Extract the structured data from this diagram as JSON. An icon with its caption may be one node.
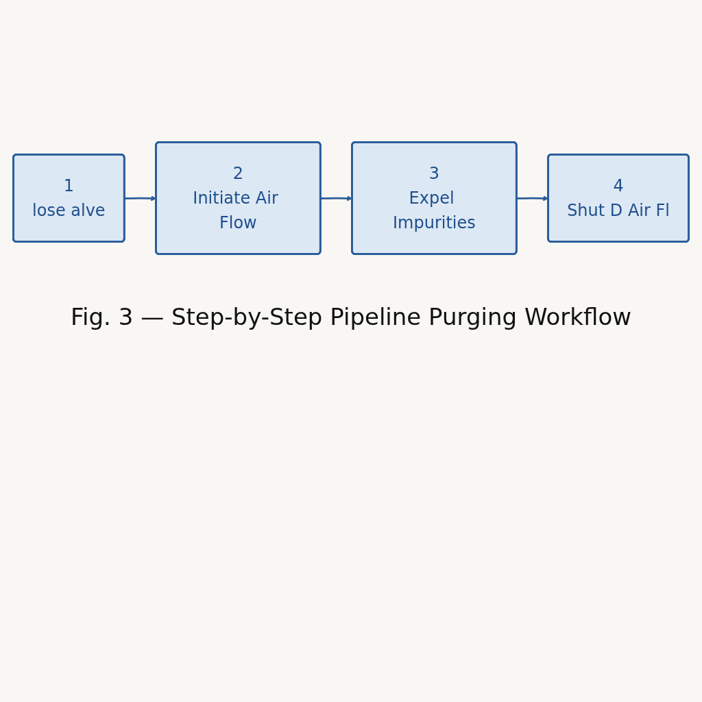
{
  "diagram": {
    "caption": "Fig. 3 — Step-by-Step Pipeline Purging Workflow",
    "nodes": [
      {
        "text": [
          "1",
          "lose alve"
        ]
      },
      {
        "text": [
          "2",
          "Initiate Air Flow"
        ]
      },
      {
        "text": [
          "3",
          "Expel Impurities"
        ]
      },
      {
        "text": [
          "4",
          "Shut D Air Fl"
        ]
      }
    ],
    "edges": [
      {
        "from": 0,
        "to": 1,
        "arrow": "to"
      },
      {
        "from": 1,
        "to": 2,
        "arrow": "to"
      },
      {
        "from": 2,
        "to": 3,
        "arrow": "to"
      }
    ]
  }
}
